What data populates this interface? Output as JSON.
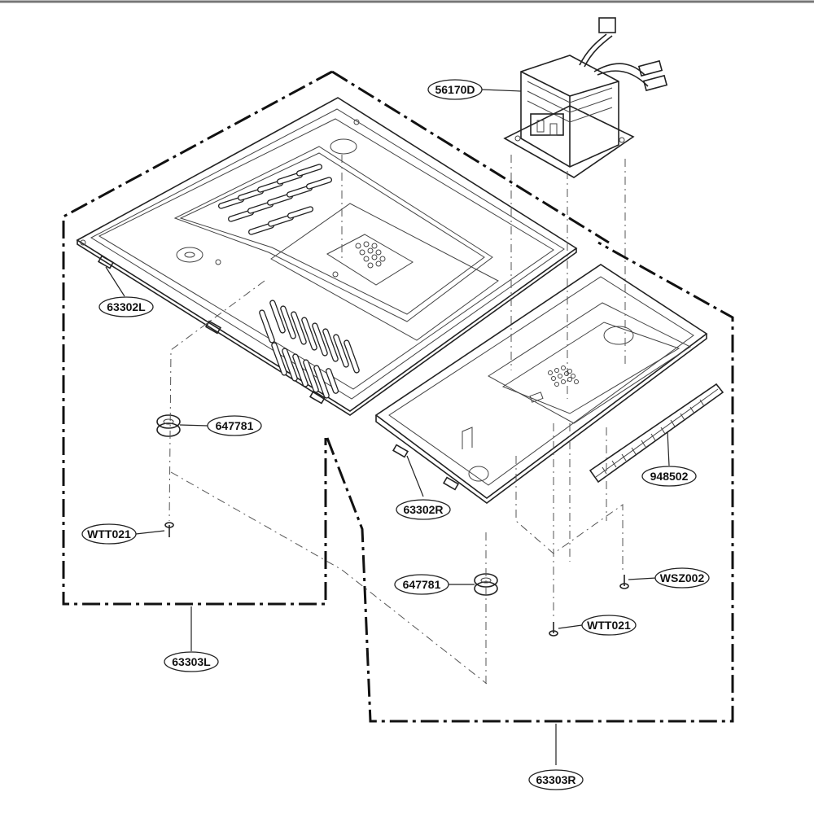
{
  "diagram": {
    "parts": [
      {
        "id": "56170D"
      },
      {
        "id": "63302L"
      },
      {
        "id": "647781"
      },
      {
        "id": "WTT021"
      },
      {
        "id": "63303L"
      },
      {
        "id": "63302R"
      },
      {
        "id": "948502"
      },
      {
        "id": "647781"
      },
      {
        "id": "WSZ002"
      },
      {
        "id": "WTT021"
      },
      {
        "id": "63303R"
      }
    ]
  },
  "colors": {
    "line": "#222222",
    "label_fill": "#ffffff",
    "background": "#ffffff"
  }
}
